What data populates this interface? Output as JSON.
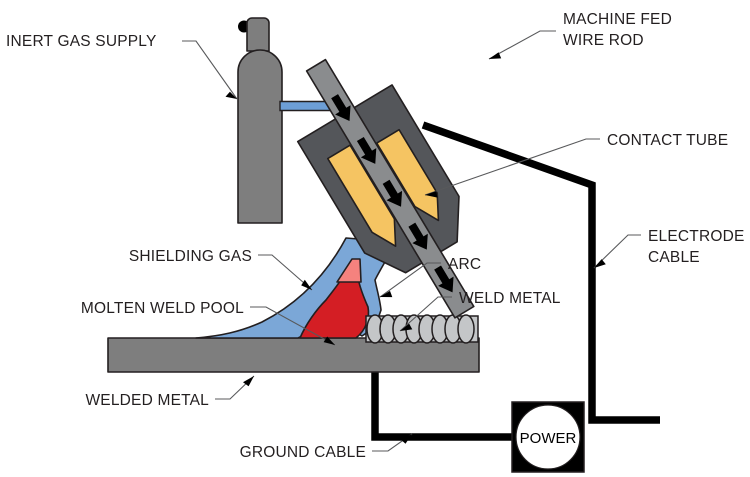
{
  "diagram": {
    "title": "MIG / GMAW Welding Process Diagram",
    "background": "#ffffff"
  },
  "colors": {
    "metal_gray": "#7e7e7e",
    "torch_dark": "#54565a",
    "contact_tube_yellow": "#f5c462",
    "shielding_gas_blue": "#7ba7d7",
    "molten_pool_red": "#d41e24",
    "arc_pink": "#f5827e",
    "weld_bead_gray": "#c4c6c8",
    "cable_black": "#000000",
    "hose_blue": "#6d9ed6",
    "outline": "#231f20",
    "leader": "#58595b",
    "text": "#231f20"
  },
  "labels": {
    "inert_gas_supply": "INERT GAS SUPPLY",
    "machine_fed_wire_rod_line1": "MACHINE FED",
    "machine_fed_wire_rod_line2": "WIRE ROD",
    "contact_tube": "CONTACT TUBE",
    "electrode_cable_line1": "ELECTRODE",
    "electrode_cable_line2": "CABLE",
    "shielding_gas": "SHIELDING GAS",
    "arc": "ARC",
    "molten_weld_pool": "MOLTEN WELD POOL",
    "weld_metal": "WELD METAL",
    "welded_metal": "WELDED METAL",
    "ground_cable": "GROUND CABLE",
    "power": "POWER"
  },
  "parts": {
    "gas_cylinder": "inert gas cylinder with valve knob",
    "gas_hose": "blue gas hose",
    "torch_body": "dark gray welding torch nozzle",
    "contact_tubes": "two yellow contact tube segments",
    "wire_rod": "gray wire rod with black feed arrows",
    "shielding_gas_cone": "blue shielding gas envelope",
    "molten_pool": "red molten weld pool",
    "arc": "pink arc",
    "weld_beads": "ripple weld bead row",
    "base_metal": "gray welded base metal plate",
    "electrode_cable": "thick black electrode cable",
    "ground_cable": "thick black ground cable",
    "power_supply": "power supply unit"
  }
}
